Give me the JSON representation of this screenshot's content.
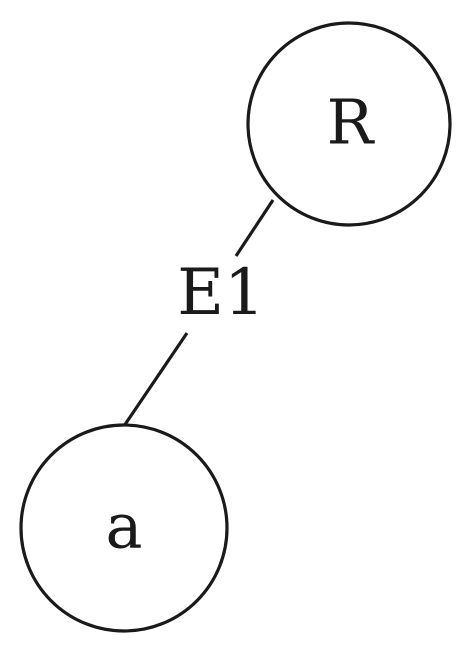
{
  "diagram": {
    "nodes": [
      {
        "id": "R",
        "label": "R"
      },
      {
        "id": "a",
        "label": "a"
      }
    ],
    "edges": [
      {
        "from": "a",
        "to": "R",
        "label": "E1"
      }
    ]
  }
}
